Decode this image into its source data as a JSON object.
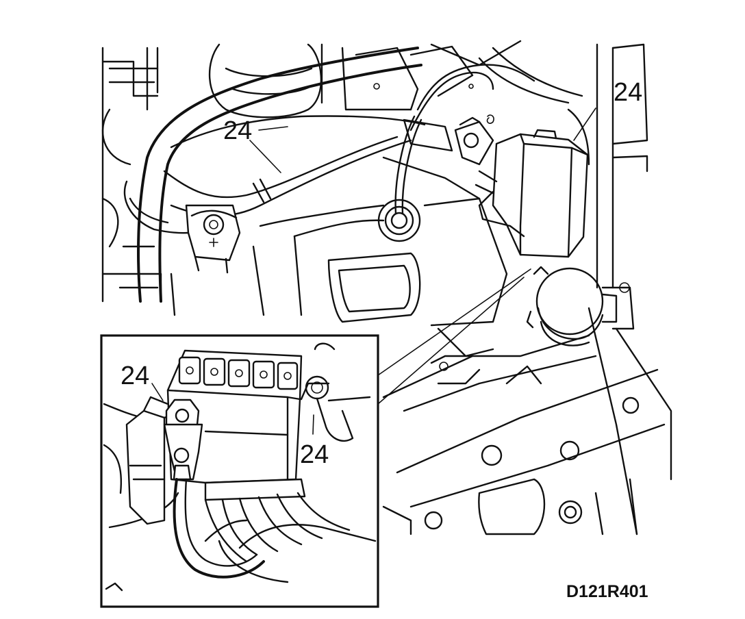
{
  "callouts": {
    "harness_left": "24",
    "relay_box": "24",
    "inset_ground": "24",
    "inset_bolt": "24"
  },
  "figure_code": "D121R401",
  "icons": [
    "plus-terminal-icon"
  ]
}
